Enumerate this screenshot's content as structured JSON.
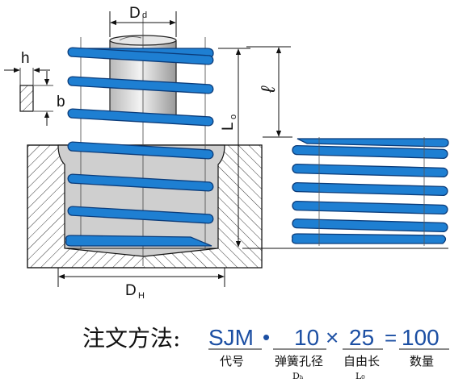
{
  "dimensions": {
    "d_d": {
      "main": "D",
      "sub": "d"
    },
    "h": "h",
    "b": "b",
    "free_len": {
      "main": "L",
      "sub": "o"
    },
    "ell": "ℓ",
    "d_h": {
      "main": "D",
      "sub": "H"
    }
  },
  "order_format": {
    "title": "注文方法:",
    "tokens": [
      "SJM",
      "•",
      "10",
      "×",
      "25",
      "=",
      "100"
    ],
    "annotations": {
      "code": "代号",
      "bore": "弹簧孔径",
      "bore_sub": "Dₕ",
      "free_length": "自由长",
      "free_length_sub": "L₀",
      "quantity": "数量"
    }
  },
  "colors": {
    "spring_blue": "#1e7fd2",
    "spring_outline": "#0b3c7a",
    "housing_fill": "#ffffff",
    "bore_fill": "#cfcfcf",
    "rod_fill": "#dcdcdc",
    "accent_text": "#1c4fa3"
  }
}
